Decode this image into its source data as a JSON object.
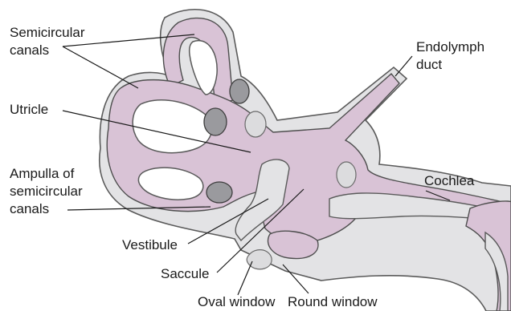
{
  "labels": {
    "semicircular_canals_line1": "Semicircular",
    "semicircular_canals_line2": "canals",
    "endolymph_duct_line1": "Endolymph",
    "endolymph_duct_line2": "duct",
    "utricle": "Utricle",
    "ampulla_line1": "Ampulla of",
    "ampulla_line2": "semicircular",
    "ampulla_line3": "canals",
    "cochlea": "Cochlea",
    "vestibule": "Vestibule",
    "saccule": "Saccule",
    "oval_window": "Oval window",
    "round_window": "Round window"
  },
  "colors": {
    "membranous_labyrinth": "#d9c3d6",
    "bony_labyrinth": "#e3e3e5",
    "ampulla": "#9a9a9e"
  }
}
